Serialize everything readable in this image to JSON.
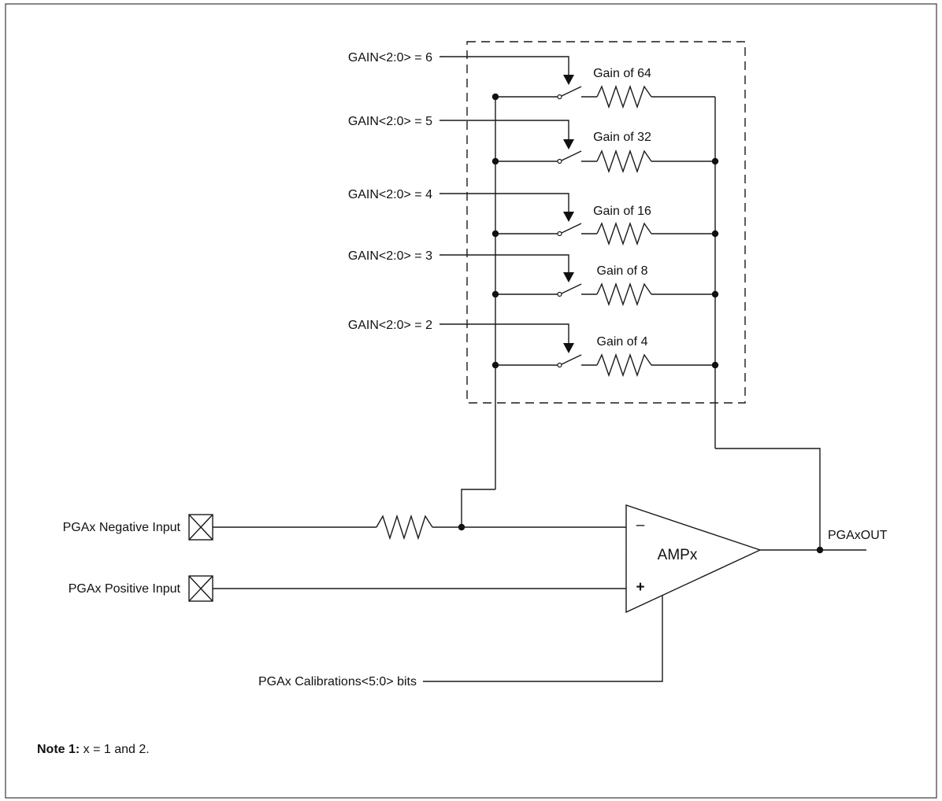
{
  "gain_rows": [
    {
      "control": "GAIN<2:0> = 6",
      "gain": "Gain of 64"
    },
    {
      "control": "GAIN<2:0> = 5",
      "gain": "Gain of 32"
    },
    {
      "control": "GAIN<2:0> = 4",
      "gain": "Gain of 16"
    },
    {
      "control": "GAIN<2:0> = 3",
      "gain": "Gain of 8"
    },
    {
      "control": "GAIN<2:0> = 2",
      "gain": "Gain of 4"
    }
  ],
  "inputs": {
    "negative": "PGAx Negative Input",
    "positive": "PGAx Positive Input"
  },
  "amplifier": {
    "name": "AMPx",
    "minus": "–",
    "plus": "+"
  },
  "output": "PGAxOUT",
  "calibration": "PGAx Calibrations<5:0> bits",
  "note": {
    "prefix": "Note 1:",
    "text": " x = 1 and 2."
  }
}
